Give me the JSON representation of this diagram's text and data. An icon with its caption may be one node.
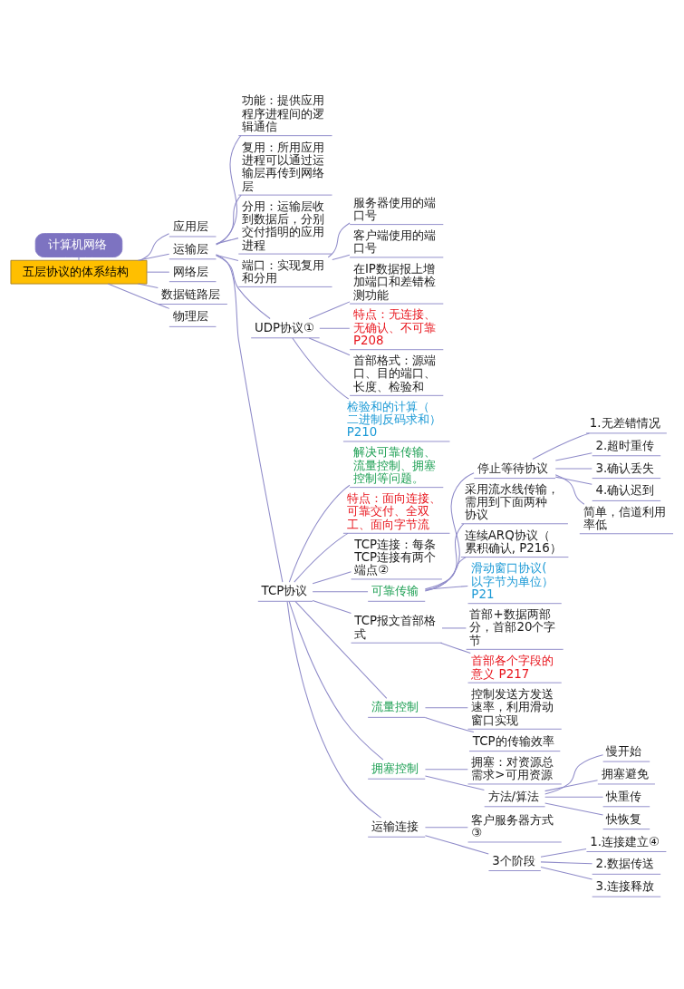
{
  "diagram": {
    "nodes": [
      {
        "text": [
          "计算机网络"
        ]
      },
      {
        "text": [
          "五层协议的体系结构"
        ]
      },
      {
        "text": [
          "应用层"
        ]
      },
      {
        "text": [
          "运输层"
        ]
      },
      {
        "text": [
          "功能：提供应用程序进程间的逻辑通信"
        ]
      },
      {
        "text": [
          "复用：所用应用进程可以通过运输层再传到网络层"
        ]
      },
      {
        "text": [
          "分用：运输层收到数据后，分别交付指明的应用进程"
        ]
      },
      {
        "text": [
          "端口：实现复用和分用"
        ]
      },
      {
        "text": [
          "服务器使用的端口号"
        ]
      },
      {
        "text": [
          "客户端使用的端口号"
        ]
      },
      {
        "text": [
          "UDP协议①"
        ]
      },
      {
        "text": [
          "在IP数据报上增加端口和差错检测功能"
        ]
      },
      {
        "text": [
          "特点：无连接、无确认、不可靠 P208"
        ]
      },
      {
        "text": [
          "首部格式：源端口、目的端口、长度、检验和"
        ]
      },
      {
        "text": [
          "检验和的计算（二进制反码求和） P210"
        ]
      },
      {
        "text": [
          "TCP协议"
        ]
      },
      {
        "text": [
          "解决可靠传输、流量控制、拥塞控制等问题。"
        ]
      },
      {
        "text": [
          "特点：面向连接、可靠交付、全双工、面向字节流"
        ]
      },
      {
        "text": [
          "TCP连接：每条TCP连接有两个端点②"
        ]
      },
      {
        "text": [
          "可靠传输"
        ]
      },
      {
        "text": [
          "停止等待协议"
        ]
      },
      {
        "text": [
          "1.无差错情况"
        ]
      },
      {
        "text": [
          "2.超时重传"
        ]
      },
      {
        "text": [
          "3.确认丢失"
        ]
      },
      {
        "text": [
          "4.确认迟到"
        ]
      },
      {
        "text": [
          "简单，信道利用率低"
        ]
      },
      {
        "text": [
          "采用流水线传输，需用到下面两种协议"
        ]
      },
      {
        "text": [
          "连续ARQ协议（累积确认, P216）"
        ]
      },
      {
        "text": [
          "滑动窗口协议(以字节为单位）P21"
        ]
      },
      {
        "text": [
          "TCP报文首部格式"
        ]
      },
      {
        "text": [
          "首部+数据两部分，首部20个字节"
        ]
      },
      {
        "text": [
          "首部各个字段的意义 P217"
        ]
      },
      {
        "text": [
          "流量控制"
        ]
      },
      {
        "text": [
          "控制发送方发送速率，利用滑动窗口实现"
        ]
      },
      {
        "text": [
          "TCP的传输效率"
        ]
      },
      {
        "text": [
          "拥塞控制"
        ]
      },
      {
        "text": [
          "拥塞：对资源总需求>可用资源"
        ]
      },
      {
        "text": [
          "方法/算法"
        ]
      },
      {
        "text": [
          "慢开始"
        ]
      },
      {
        "text": [
          "拥塞避免"
        ]
      },
      {
        "text": [
          "快重传"
        ]
      },
      {
        "text": [
          "快恢复"
        ]
      },
      {
        "text": [
          "运输连接"
        ]
      },
      {
        "text": [
          "客户服务器方式③"
        ]
      },
      {
        "text": [
          "3个阶段"
        ]
      },
      {
        "text": [
          "1.连接建立④"
        ]
      },
      {
        "text": [
          "2.数据传送"
        ]
      },
      {
        "text": [
          "3.连接释放"
        ]
      },
      {
        "text": [
          "网络层"
        ]
      },
      {
        "text": [
          "数据链路层"
        ]
      },
      {
        "text": [
          "物理层"
        ]
      }
    ],
    "edges": [
      {
        "from": 0,
        "to": 1,
        "arrow": "none"
      },
      {
        "from": 1,
        "to": 2,
        "arrow": "none"
      },
      {
        "from": 1,
        "to": 3,
        "arrow": "none"
      },
      {
        "from": 3,
        "to": 4,
        "arrow": "none"
      },
      {
        "from": 3,
        "to": 5,
        "arrow": "none"
      },
      {
        "from": 3,
        "to": 6,
        "arrow": "none"
      },
      {
        "from": 3,
        "to": 7,
        "arrow": "none"
      },
      {
        "from": 7,
        "to": 8,
        "arrow": "none"
      },
      {
        "from": 7,
        "to": 9,
        "arrow": "none"
      },
      {
        "from": 3,
        "to": 10,
        "arrow": "none"
      },
      {
        "from": 10,
        "to": 11,
        "arrow": "none"
      },
      {
        "from": 10,
        "to": 12,
        "arrow": "none"
      },
      {
        "from": 10,
        "to": 13,
        "arrow": "none"
      },
      {
        "from": 10,
        "to": 14,
        "arrow": "none"
      },
      {
        "from": 3,
        "to": 15,
        "arrow": "none"
      },
      {
        "from": 15,
        "to": 16,
        "arrow": "none"
      },
      {
        "from": 15,
        "to": 17,
        "arrow": "none"
      },
      {
        "from": 15,
        "to": 18,
        "arrow": "none"
      },
      {
        "from": 15,
        "to": 19,
        "arrow": "none"
      },
      {
        "from": 19,
        "to": 20,
        "arrow": "none"
      },
      {
        "from": 20,
        "to": 21,
        "arrow": "none"
      },
      {
        "from": 20,
        "to": 22,
        "arrow": "none"
      },
      {
        "from": 20,
        "to": 23,
        "arrow": "none"
      },
      {
        "from": 20,
        "to": 24,
        "arrow": "none"
      },
      {
        "from": 20,
        "to": 25,
        "arrow": "none"
      },
      {
        "from": 19,
        "to": 26,
        "arrow": "none"
      },
      {
        "from": 19,
        "to": 27,
        "arrow": "none"
      },
      {
        "from": 19,
        "to": 28,
        "arrow": "none"
      },
      {
        "from": 15,
        "to": 29,
        "arrow": "none"
      },
      {
        "from": 29,
        "to": 30,
        "arrow": "none"
      },
      {
        "from": 29,
        "to": 31,
        "arrow": "none"
      },
      {
        "from": 15,
        "to": 32,
        "arrow": "none"
      },
      {
        "from": 32,
        "to": 33,
        "arrow": "none"
      },
      {
        "from": 32,
        "to": 34,
        "arrow": "none"
      },
      {
        "from": 15,
        "to": 35,
        "arrow": "none"
      },
      {
        "from": 35,
        "to": 36,
        "arrow": "none"
      },
      {
        "from": 35,
        "to": 37,
        "arrow": "none"
      },
      {
        "from": 37,
        "to": 38,
        "arrow": "none"
      },
      {
        "from": 37,
        "to": 39,
        "arrow": "none"
      },
      {
        "from": 37,
        "to": 40,
        "arrow": "none"
      },
      {
        "from": 37,
        "to": 41,
        "arrow": "none"
      },
      {
        "from": 15,
        "to": 42,
        "arrow": "none"
      },
      {
        "from": 42,
        "to": 43,
        "arrow": "none"
      },
      {
        "from": 42,
        "to": 44,
        "arrow": "none"
      },
      {
        "from": 44,
        "to": 45,
        "arrow": "none"
      },
      {
        "from": 44,
        "to": 46,
        "arrow": "none"
      },
      {
        "from": 44,
        "to": 47,
        "arrow": "none"
      },
      {
        "from": 1,
        "to": 48,
        "arrow": "none"
      },
      {
        "from": 1,
        "to": 49,
        "arrow": "none"
      },
      {
        "from": 1,
        "to": 50,
        "arrow": "none"
      }
    ]
  }
}
